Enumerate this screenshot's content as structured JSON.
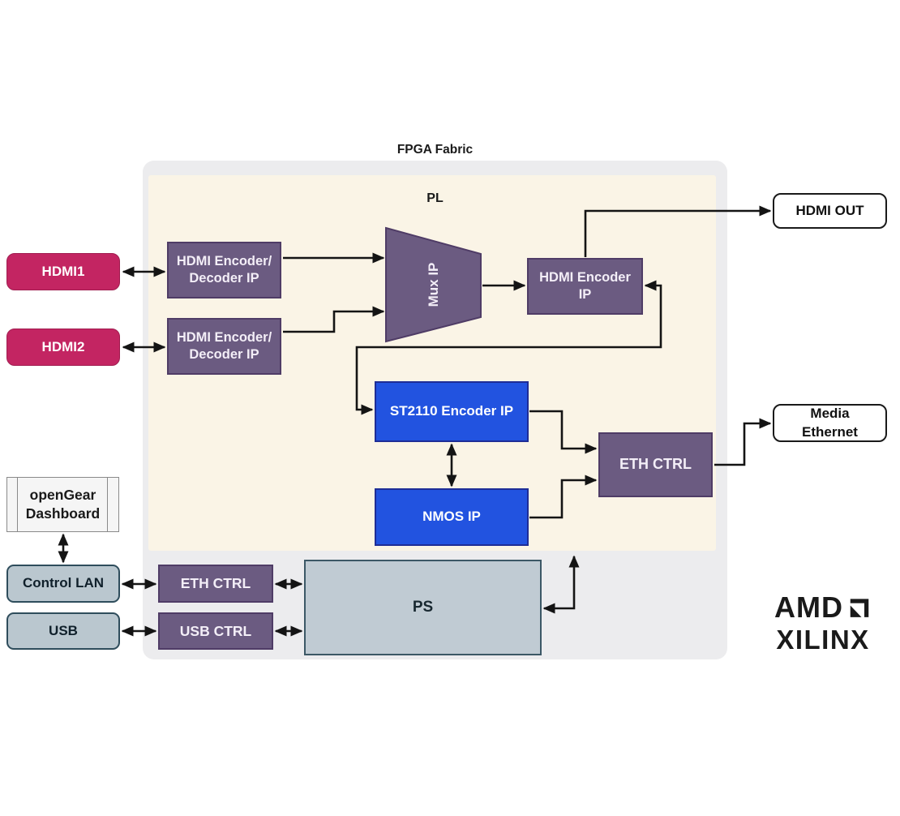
{
  "labels": {
    "title": "FPGA Fabric",
    "pl": "PL"
  },
  "blocks": {
    "hdmi1": "HDMI1",
    "hdmi2": "HDMI2",
    "encdec1": "HDMI Encoder/\nDecoder IP",
    "encdec2": "HDMI Encoder/\nDecoder IP",
    "mux": "Mux IP",
    "hdmi_encoder": "HDMI Encoder\nIP",
    "st2110": "ST2110 Encoder IP",
    "nmos": "NMOS IP",
    "eth_ctrl_pl": "ETH CTRL",
    "hdmi_out": "HDMI OUT",
    "media_ethernet": "Media\nEthernet",
    "opengear": "openGear\nDashboard",
    "control_lan": "Control LAN",
    "usb": "USB",
    "eth_ctrl_ps": "ETH CTRL",
    "usb_ctrl": "USB CTRL",
    "ps": "PS"
  },
  "logo": {
    "amd": "AMD",
    "xilinx": "XILINX"
  },
  "colors": {
    "magenta": "#c32562",
    "magenta_border": "#a01d50",
    "purple": "#6b5b81",
    "purple_border": "#4f3c66",
    "blue": "#2253e0",
    "blue_border": "#1e2d96",
    "steel": "#bac7cf",
    "steel_border": "#2f4d5c",
    "ps_fill": "#c0cbd3",
    "ps_border": "#3c5866",
    "pl_bg": "#faf4e6",
    "fabric_bg": "#ececee",
    "line": "#141414"
  }
}
